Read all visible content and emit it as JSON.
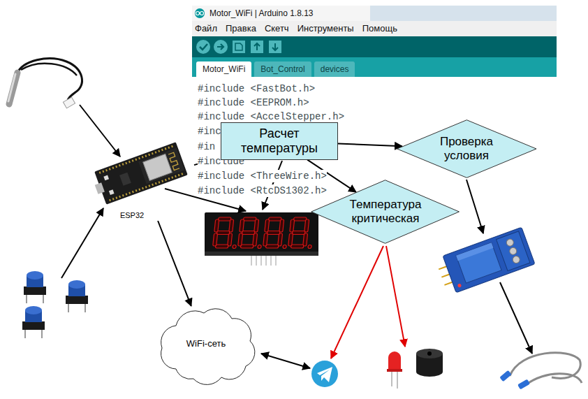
{
  "diagram": {
    "nodes": [
      {
        "text": [
          "ESP32"
        ]
      },
      {
        "text": [
          "Расчет температуры"
        ]
      },
      {
        "text": [
          "Проверка условия"
        ]
      },
      {
        "text": [
          "Температура критическая"
        ]
      },
      {
        "text": [
          "WiFi-сеть"
        ]
      }
    ],
    "edges": [
      {
        "from": 0,
        "to": 1,
        "arrow": "to"
      },
      {
        "from": 1,
        "to": 2,
        "arrow": "to"
      },
      {
        "from": 1,
        "to": 3,
        "arrow": "to"
      },
      {
        "from": 0,
        "to": 4,
        "arrow": "to"
      }
    ],
    "labels": [
      "Motor_WiFi | Arduino 1.8.13",
      "Файл",
      "Правка",
      "Скетч",
      "Инструменты",
      "Помощь",
      "Motor_WiFi",
      "Bot_Control",
      "devices",
      "#include <FastBot.h>",
      "#include <EEPROM.h>",
      "#include <AccelStepper.h>",
      "#inc",
      "#in",
      "#include",
      "#include <ThreeWire.h>",
      "#include <RtcDS1302.h>"
    ]
  }
}
